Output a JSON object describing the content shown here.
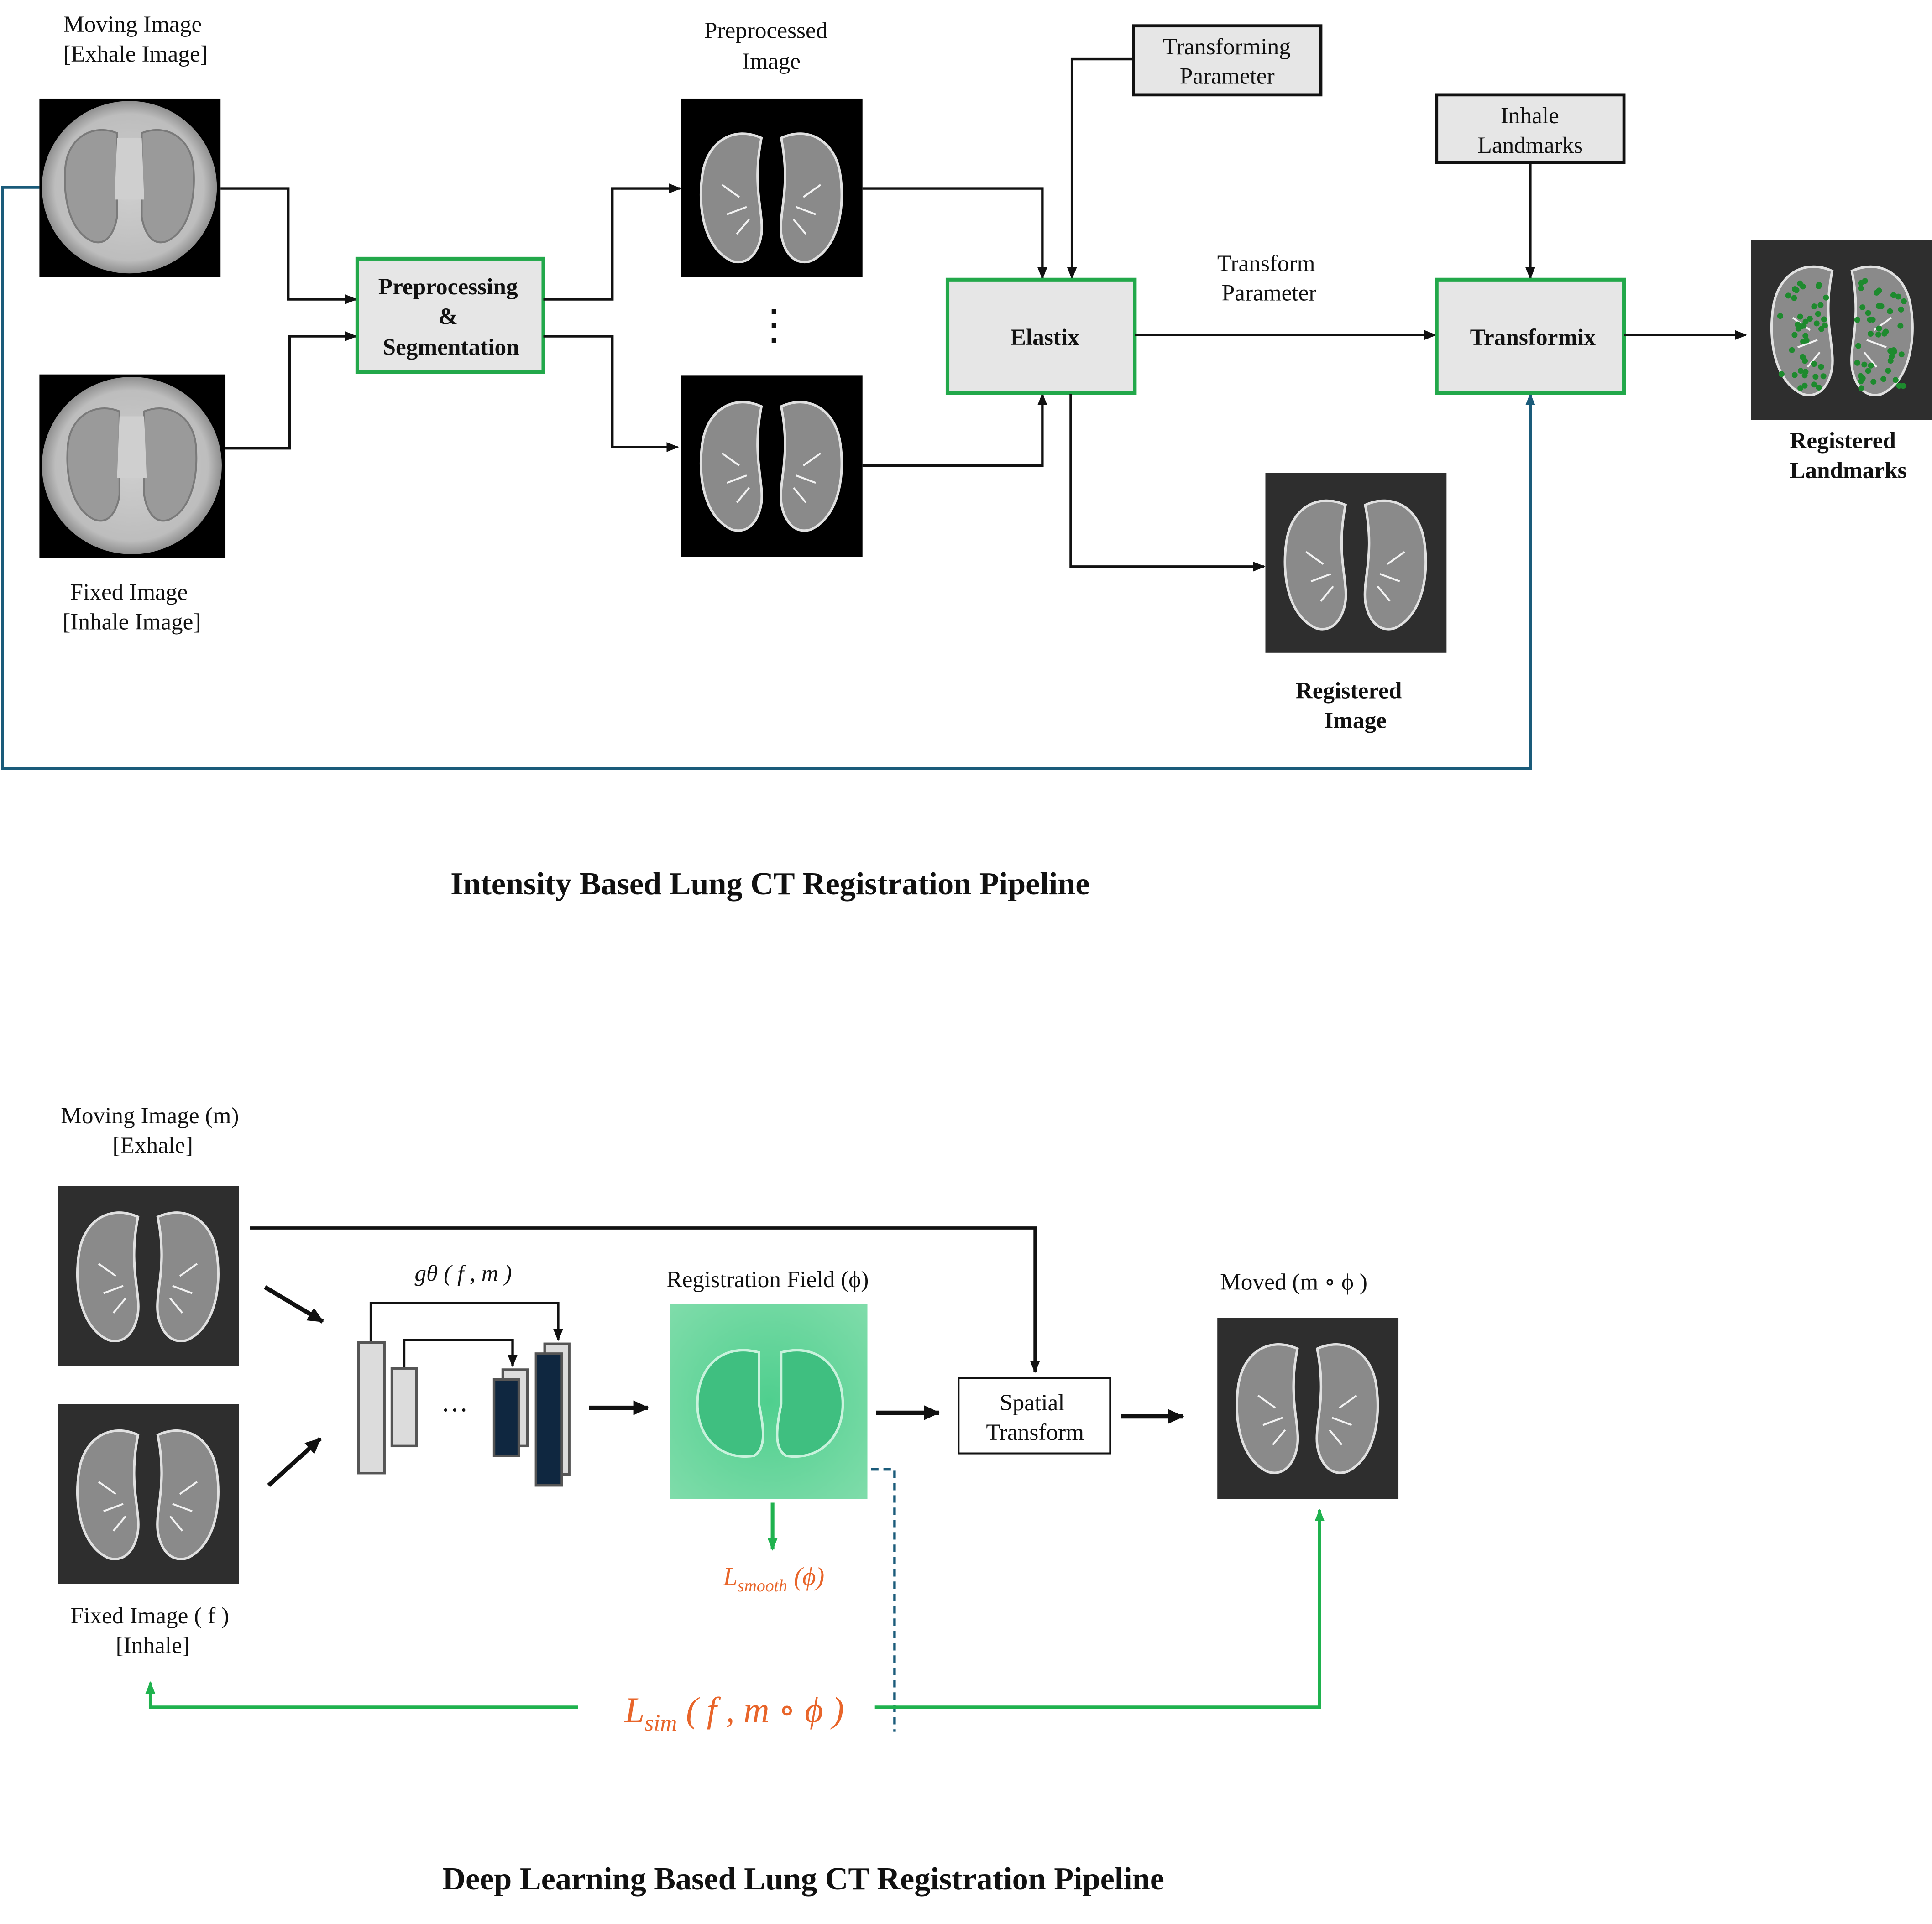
{
  "colors": {
    "green_box": "#22a84a",
    "blue_line": "#1a5b7a",
    "green_line": "#1fb24e",
    "orange_text": "#e8652a",
    "box_fill": "#e6e6e6",
    "dark_block": "#0f2740"
  },
  "top": {
    "title": "Intensity Based Lung CT Registration Pipeline",
    "moving_image_label": [
      "Moving Image",
      "[Exhale Image]"
    ],
    "fixed_image_label": [
      "Fixed Image",
      "[Inhale Image]"
    ],
    "preprocessed_label": [
      "Preprocessed",
      "Image"
    ],
    "preprocessing_box": [
      "Preprocessing",
      "&",
      "Segmentation"
    ],
    "vertical_ellipsis": "⋮",
    "transforming_parameter_box": [
      "Transforming",
      "Parameter"
    ],
    "elastix_box": "Elastix",
    "transform_parameter_label": [
      "Transform",
      "Parameter"
    ],
    "inhale_landmarks_box": [
      "Inhale",
      "Landmarks"
    ],
    "transformix_box": "Transformix",
    "registered_image_label": [
      "Registered",
      "Image"
    ],
    "registered_landmarks_label": [
      "Registered",
      "Landmarks"
    ]
  },
  "bottom": {
    "title": "Deep Learning  Based Lung CT Registration Pipeline",
    "moving_image_label": [
      "Moving Image (m)",
      "[Exhale]"
    ],
    "fixed_image_label": [
      "Fixed Image ( f )",
      "[Inhale]"
    ],
    "network_label": "gθ ( f , m )",
    "network_ellipsis": "···",
    "registration_field_label": "Registration Field (ϕ)",
    "spatial_transform_box": [
      "Spatial",
      "Transform"
    ],
    "moved_label": "Moved (m ∘ ϕ )",
    "smooth_loss": "Lsmooth (ϕ)",
    "sim_loss": "Lsim ( f , m ∘ ϕ )"
  }
}
